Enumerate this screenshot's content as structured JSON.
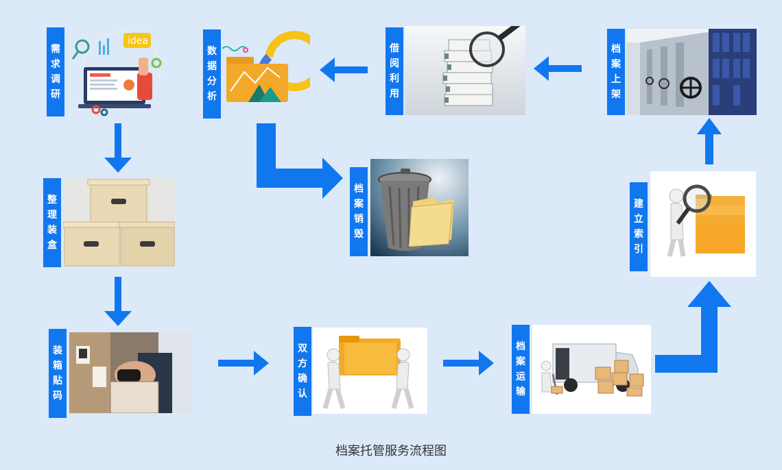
{
  "caption": "档案托管服务流程图",
  "steps": [
    {
      "label": "需求调研",
      "icon": "requirements-research-icon"
    },
    {
      "label": "数据分析",
      "icon": "data-analysis-icon"
    },
    {
      "label": "借阅利用",
      "icon": "document-lookup-icon"
    },
    {
      "label": "档案上架",
      "icon": "archive-shelving-icon"
    },
    {
      "label": "整理装盒",
      "icon": "storage-boxes-icon"
    },
    {
      "label": "档案销毁",
      "icon": "trash-can-icon"
    },
    {
      "label": "建立索引",
      "icon": "index-folders-icon"
    },
    {
      "label": "装箱贴码",
      "icon": "barcode-scanner-icon"
    },
    {
      "label": "双方确认",
      "icon": "folder-handover-icon"
    },
    {
      "label": "档案运输",
      "icon": "delivery-van-icon"
    }
  ],
  "colors": {
    "accent": "#1177ee",
    "background": "#dbe9f9"
  }
}
